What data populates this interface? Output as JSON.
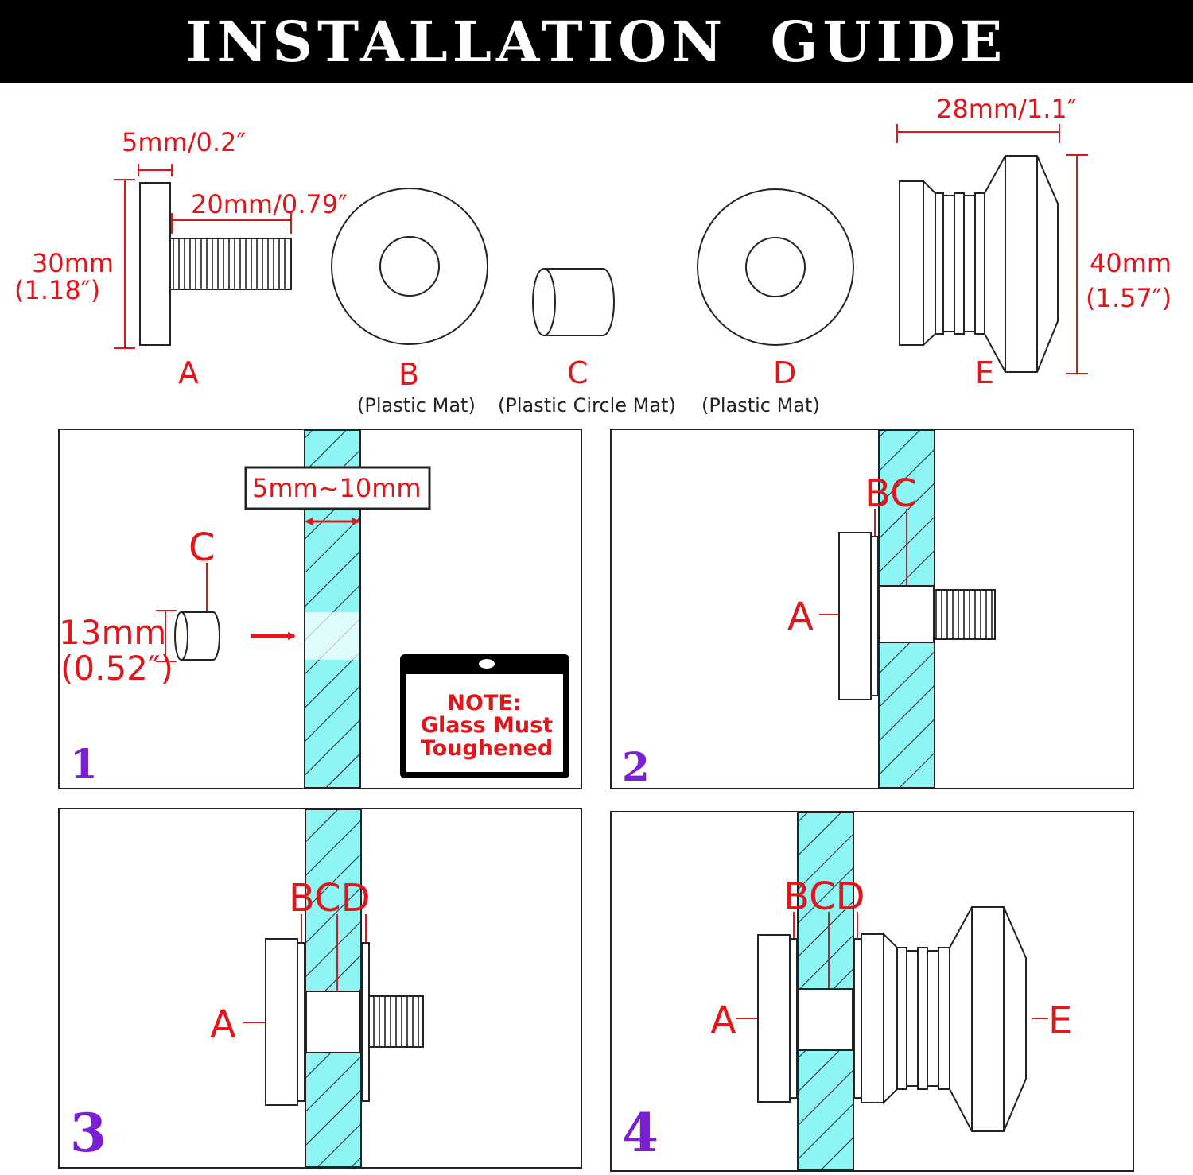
{
  "header": {
    "title": "INSTALLATION  GUIDE"
  },
  "colors": {
    "accent_red": "#e0161b",
    "glass_cyan": "#8ef5f5",
    "step_purple": "#7b1fd6",
    "line": "#222222"
  },
  "parts": {
    "a": {
      "letter": "A",
      "dim_head_thickness": "5mm/0.2″",
      "dim_thread_length": "20mm/0.79″",
      "dim_height_mm": "30mm",
      "dim_height_in": "(1.18″)"
    },
    "b": {
      "letter": "B",
      "caption": "(Plastic Mat)"
    },
    "c": {
      "letter": "C",
      "caption": "(Plastic Circle Mat)"
    },
    "d": {
      "letter": "D",
      "caption": "(Plastic Mat)"
    },
    "e": {
      "letter": "E",
      "dim_length": "28mm/1.1″",
      "dim_height_mm": "40mm",
      "dim_height_in": "(1.57″)"
    }
  },
  "steps": [
    {
      "number": "1",
      "glass_thickness": "5mm~10mm",
      "part_label": "C",
      "hole_mm": "13mm",
      "hole_in": "(0.52″)",
      "note": {
        "title": "NOTE:",
        "line1": "Glass Must",
        "line2": "Toughened"
      }
    },
    {
      "number": "2",
      "labels": {
        "bc": "BC",
        "a": "A"
      }
    },
    {
      "number": "3",
      "labels": {
        "bcd": "BCD",
        "a": "A"
      }
    },
    {
      "number": "4",
      "labels": {
        "bcd": "BCD",
        "a": "A",
        "e": "E"
      }
    }
  ]
}
